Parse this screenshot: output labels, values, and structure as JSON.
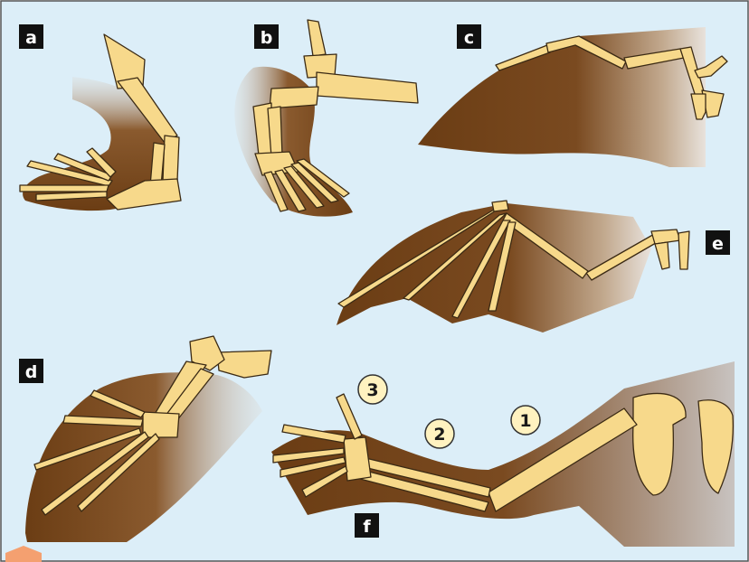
{
  "figure": {
    "panel_labels": {
      "a": "a",
      "b": "b",
      "c": "c",
      "d": "d",
      "e": "e",
      "f": "f"
    },
    "region_markers": [
      "1",
      "2",
      "3"
    ],
    "colors": {
      "background": "#dceef8",
      "frame": "#555555",
      "bone": "#f7d98b",
      "bone_outline": "#3b2a14",
      "flesh_dark": "#6b3d14",
      "flesh_fade": "#ffffff",
      "label_box": "#111111",
      "marker_fill": "#fff2c0"
    }
  }
}
